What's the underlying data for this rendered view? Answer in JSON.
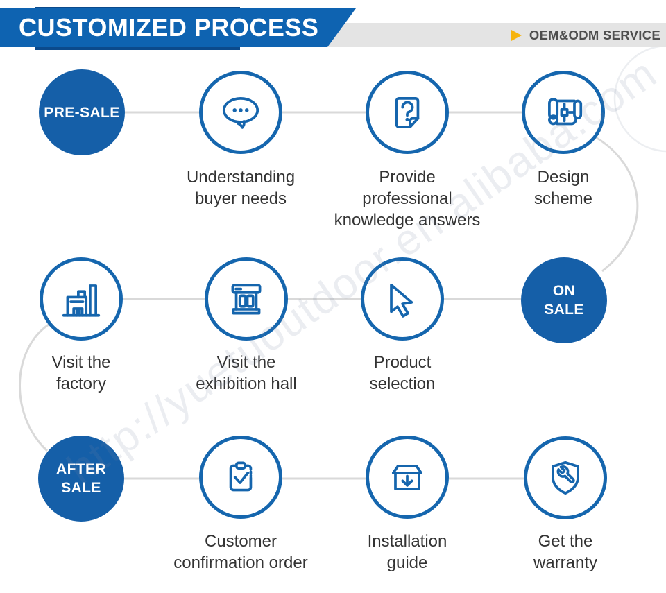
{
  "header": {
    "title": "CUSTOMIZED PROCESS",
    "service_label": "OEM&ODM SERVICE"
  },
  "watermark": {
    "text": "http://yuetuoutdoor.en.alibaba.com"
  },
  "colors": {
    "banner_blue": "#0e63b1",
    "banner_shadow_blue": "#0b4a8c",
    "stage_blue": "#155fa8",
    "ring_blue": "#1566ae",
    "icon_blue": "#1565ad",
    "gray_bar": "#e4e4e4",
    "connector_gray": "#d9d9d9",
    "label_text": "#333333",
    "service_text": "#4f4f4f",
    "accent_yellow": "#f6b40e"
  },
  "steps": [
    {
      "id": "pre-sale",
      "kind": "stage",
      "lines": [
        "PRE-SALE"
      ]
    },
    {
      "id": "understanding-buyer-needs",
      "kind": "step",
      "icon": "chat-bubble-icon",
      "lines": [
        "Understanding",
        "buyer needs"
      ]
    },
    {
      "id": "provide-knowledge",
      "kind": "step",
      "icon": "question-document-icon",
      "lines": [
        "Provide",
        "professional",
        "knowledge answers"
      ]
    },
    {
      "id": "design-scheme",
      "kind": "step",
      "icon": "blueprint-icon",
      "lines": [
        "Design",
        "scheme"
      ]
    },
    {
      "id": "visit-factory",
      "kind": "step",
      "icon": "factory-icon",
      "lines": [
        "Visit the",
        "factory"
      ]
    },
    {
      "id": "visit-exhibition-hall",
      "kind": "step",
      "icon": "exhibition-hall-icon",
      "lines": [
        "Visit the",
        "exhibition hall"
      ]
    },
    {
      "id": "product-selection",
      "kind": "step",
      "icon": "cursor-icon",
      "lines": [
        "Product",
        "selection"
      ]
    },
    {
      "id": "on-sale",
      "kind": "stage",
      "lines": [
        "ON",
        "SALE"
      ]
    },
    {
      "id": "after-sale",
      "kind": "stage",
      "lines": [
        "AFTER",
        "SALE"
      ]
    },
    {
      "id": "customer-confirmation-order",
      "kind": "step",
      "icon": "clipboard-check-icon",
      "lines": [
        "Customer",
        "confirmation order"
      ]
    },
    {
      "id": "installation-guide",
      "kind": "step",
      "icon": "box-download-icon",
      "lines": [
        "Installation",
        "guide"
      ]
    },
    {
      "id": "get-the-warranty",
      "kind": "step",
      "icon": "shield-wrench-icon",
      "lines": [
        "Get the",
        "warranty"
      ]
    }
  ]
}
